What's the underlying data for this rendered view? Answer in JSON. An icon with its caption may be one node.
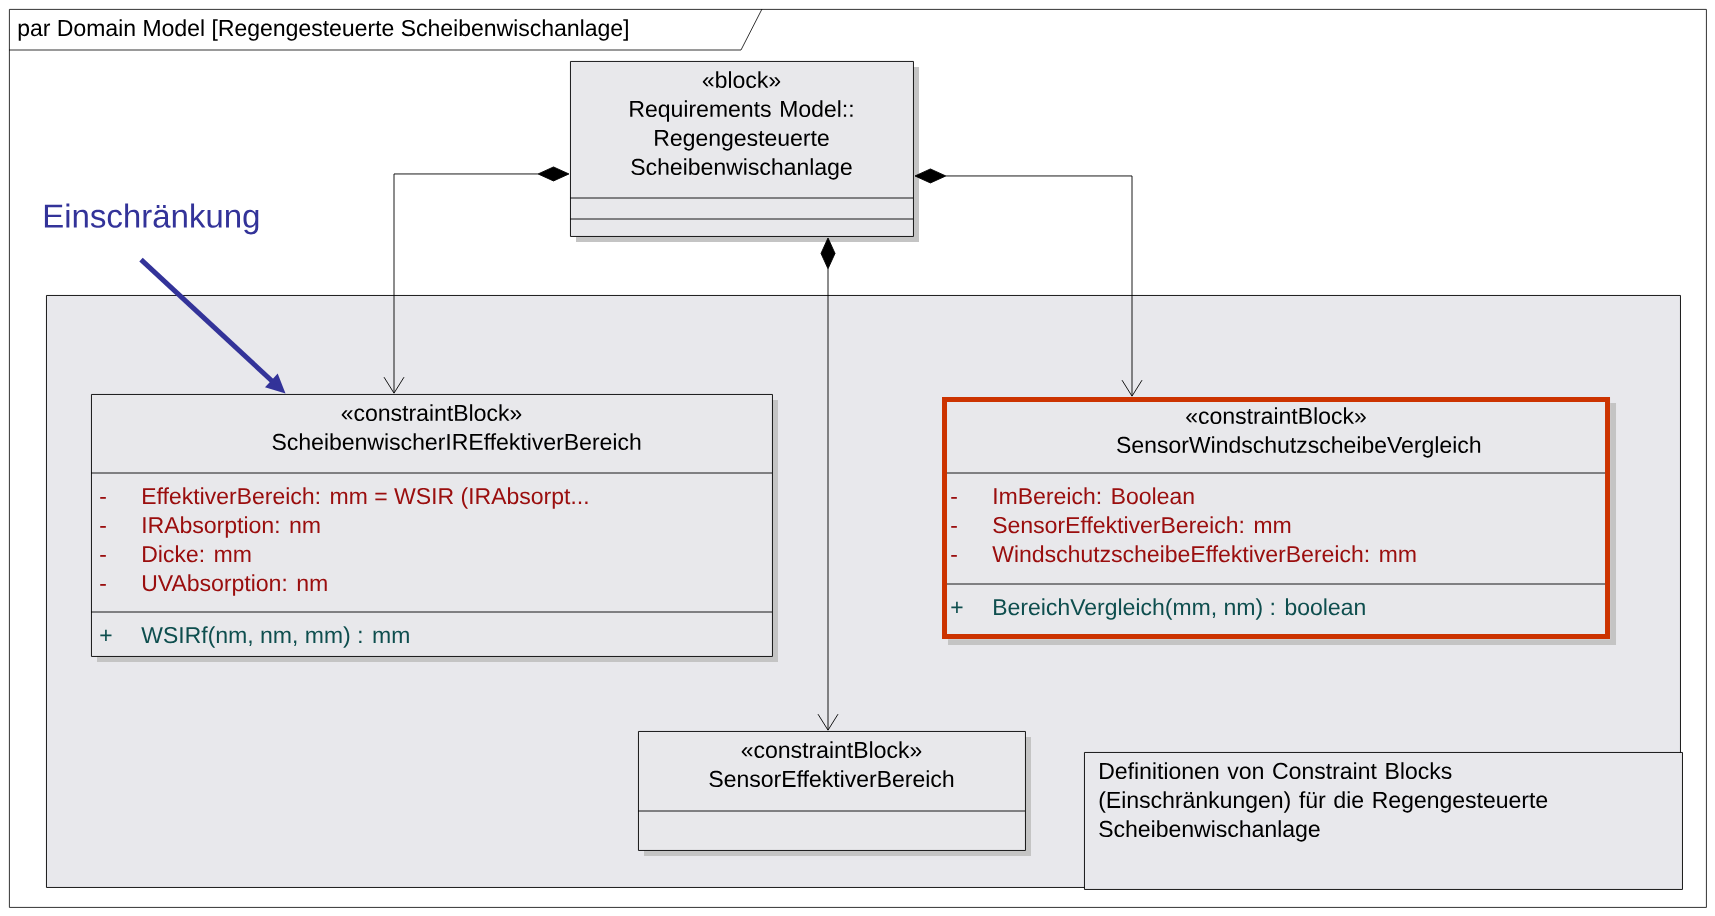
{
  "diagram": {
    "nodes": [
      {
        "text": [
          "par Domain Model [Regengesteuerte Scheibenwischanlage]"
        ]
      },
      {
        "text": [
          "«block»",
          "Requirements Model:: Regengesteuerte Scheibenwischanlage"
        ],
        "in": 0
      },
      {
        "text": [],
        "shape": "box",
        "in": 1
      },
      {
        "text": [],
        "shape": "box",
        "in": 1
      },
      {
        "text": [],
        "shape": "box",
        "in": 0
      },
      {
        "text": [
          "«constraintBlock»",
          "ScheibenwischerIREffektiverBereich"
        ],
        "in": 4
      },
      {
        "text": [
          "-",
          "EffektiverBereich: mm = WSIR (IRAbsorpt...",
          "-",
          "IRAbsorption: nm",
          "-",
          "Dicke: mm",
          "-",
          "UVAbsorption: nm"
        ],
        "in": 5
      },
      {
        "text": [
          "+",
          "WSIRf(nm, nm, mm) : mm"
        ],
        "in": 5
      },
      {
        "text": [
          "«constraintBlock»",
          "SensorWindschutzscheibeVergleich"
        ],
        "in": 4
      },
      {
        "text": [
          "-",
          "ImBereich: Boolean",
          "-",
          "SensorEffektiverBereich: mm",
          "-",
          "WindschutzscheibeEffektiverBereich: mm"
        ],
        "in": 8
      },
      {
        "text": [
          "+",
          "BereichVergleich(mm, nm) : boolean"
        ],
        "in": 8
      },
      {
        "text": [
          "«constraintBlock»",
          "SensorEffektiverBereich"
        ],
        "in": 4
      },
      {
        "text": [],
        "shape": "box",
        "in": 11
      },
      {
        "text": [
          "Definitionen von Constraint Blocks (Einschränkungen) für die Regengesteuerte Scheibenwischanlage"
        ],
        "in": 4
      },
      {
        "text": [
          "Einschränkung"
        ],
        "in": 0
      }
    ],
    "edges": [
      {
        "from": 1,
        "to": 5,
        "arrow": "to"
      },
      {
        "from": 1,
        "to": 11,
        "arrow": "to"
      },
      {
        "from": 1,
        "to": 8,
        "arrow": "to"
      },
      {
        "from": 14,
        "to": 5,
        "arrow": "to",
        "style": "thick",
        "color": "#333399"
      }
    ]
  }
}
